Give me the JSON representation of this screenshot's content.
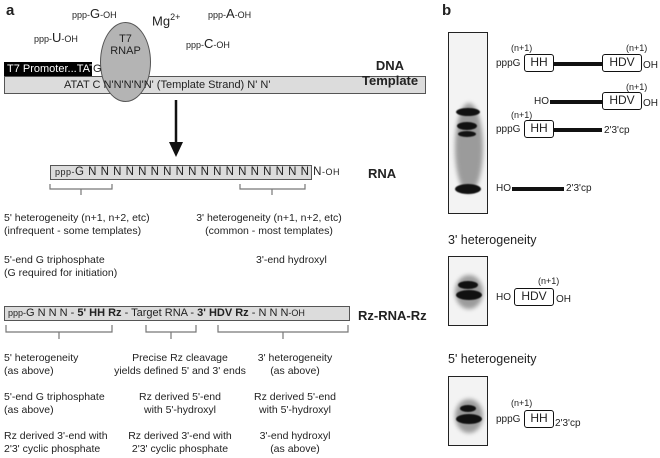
{
  "panel_a": {
    "letter": "a",
    "nucleotides": {
      "g": {
        "pre": "ppp-",
        "base": "G",
        "post": "-OH"
      },
      "a": {
        "pre": "ppp-",
        "base": "A",
        "post": "-OH"
      },
      "u": {
        "pre": "ppp-",
        "base": "U",
        "post": "-OH"
      },
      "c": {
        "pre": "ppp-",
        "base": "C",
        "post": "-OH"
      },
      "mg": "Mg",
      "mg_charge": "2+"
    },
    "rnap_label_1": "T7",
    "rnap_label_2": "RNAP",
    "promoter": "T7 Promoter...TATA",
    "promoter_g": "G",
    "template_seq": "ATAT C N'N'N'N'N' (Template Strand) N' N'",
    "dna_heading_1": "DNA",
    "dna_heading_2": "Template",
    "rna_heading": "RNA",
    "rna_bar": {
      "prefix": "ppp-",
      "seq": "G N N N N N N N N N N N N N N N N N N N",
      "suffix": "-OH"
    },
    "rna_notes": {
      "h5_1": "5' heterogeneity (n+1, n+2, etc)",
      "h5_2": "(infrequent - some templates)",
      "h3_1": "3' heterogeneity (n+1, n+2, etc)",
      "h3_2": "(common - most templates)",
      "tri_1": "5'-end G triphosphate",
      "tri_2": "(G required for initiation)",
      "hydroxyl": "3'-end hydroxyl"
    },
    "rz_heading": "Rz-RNA-Rz",
    "rz_bar": {
      "prefix": "ppp-",
      "seq1": "G N N N - ",
      "hh": "5' HH Rz",
      "mid": " - Target RNA - ",
      "hdv": "3' HDV Rz",
      "seq2": " - N N N",
      "suffix": "-OH"
    },
    "rz_notes": {
      "left_1": "5' heterogeneity",
      "left_2": "(as above)",
      "left_3": "5'-end G triphosphate",
      "left_4": "(as above)",
      "left_5": "Rz derived 3'-end with",
      "left_6": "2'3' cyclic phosphate",
      "mid_1": "Precise Rz cleavage",
      "mid_2": "yields defined 5' and 3' ends",
      "mid_3": "Rz derived 5'-end",
      "mid_4": "with 5'-hydroxyl",
      "mid_5": "Rz derived 3'-end with",
      "mid_6": "2'3' cyclic phosphate",
      "right_1": "3' heterogeneity",
      "right_2": "(as above)",
      "right_3": "Rz derived 5'-end",
      "right_4": "with 5'-hydroxyl",
      "right_5": "3'-end hydroxyl",
      "right_6": "(as above)"
    }
  },
  "panel_b": {
    "letter": "b",
    "n1": "(n+1)",
    "pppg": "pppG",
    "hh": "HH",
    "hdv": "HDV",
    "oh": "OH",
    "ho": "HO",
    "cp": "2'3'cp",
    "het3": "3' heterogeneity",
    "het5": "5' heterogeneity"
  }
}
